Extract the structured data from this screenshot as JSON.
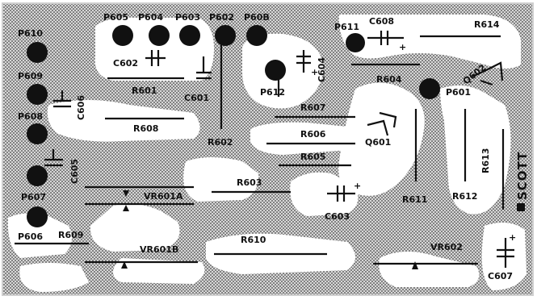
{
  "pads": [
    {
      "id": "P610",
      "label": "P610"
    },
    {
      "id": "P609",
      "label": "P609"
    },
    {
      "id": "P608",
      "label": "P608"
    },
    {
      "id": "P607",
      "label": "P607"
    },
    {
      "id": "P606",
      "label": "P606"
    },
    {
      "id": "P605",
      "label": "P605"
    },
    {
      "id": "P604",
      "label": "P604"
    },
    {
      "id": "P603",
      "label": "P603"
    },
    {
      "id": "P602",
      "label": "P602"
    },
    {
      "id": "P60B",
      "label": "P60B"
    },
    {
      "id": "P611",
      "label": "P611"
    },
    {
      "id": "P612",
      "label": "P612"
    },
    {
      "id": "P601",
      "label": "P601"
    }
  ],
  "resistors": [
    "R601",
    "R602",
    "R603",
    "R604",
    "R605",
    "R606",
    "R607",
    "R608",
    "R609",
    "R610",
    "R611",
    "R612",
    "R613",
    "R614"
  ],
  "capacitors": [
    "C601",
    "C602",
    "C603",
    "C604",
    "C605",
    "C606",
    "C607",
    "C608"
  ],
  "transistors": [
    "Q601",
    "Q602"
  ],
  "potentiometers": [
    "VR601A",
    "VR601B",
    "VR602"
  ],
  "brand": "SCOTT",
  "colors": {
    "substrate": "#ffffff",
    "copper": "#9a9a9a",
    "ink": "#111111"
  }
}
